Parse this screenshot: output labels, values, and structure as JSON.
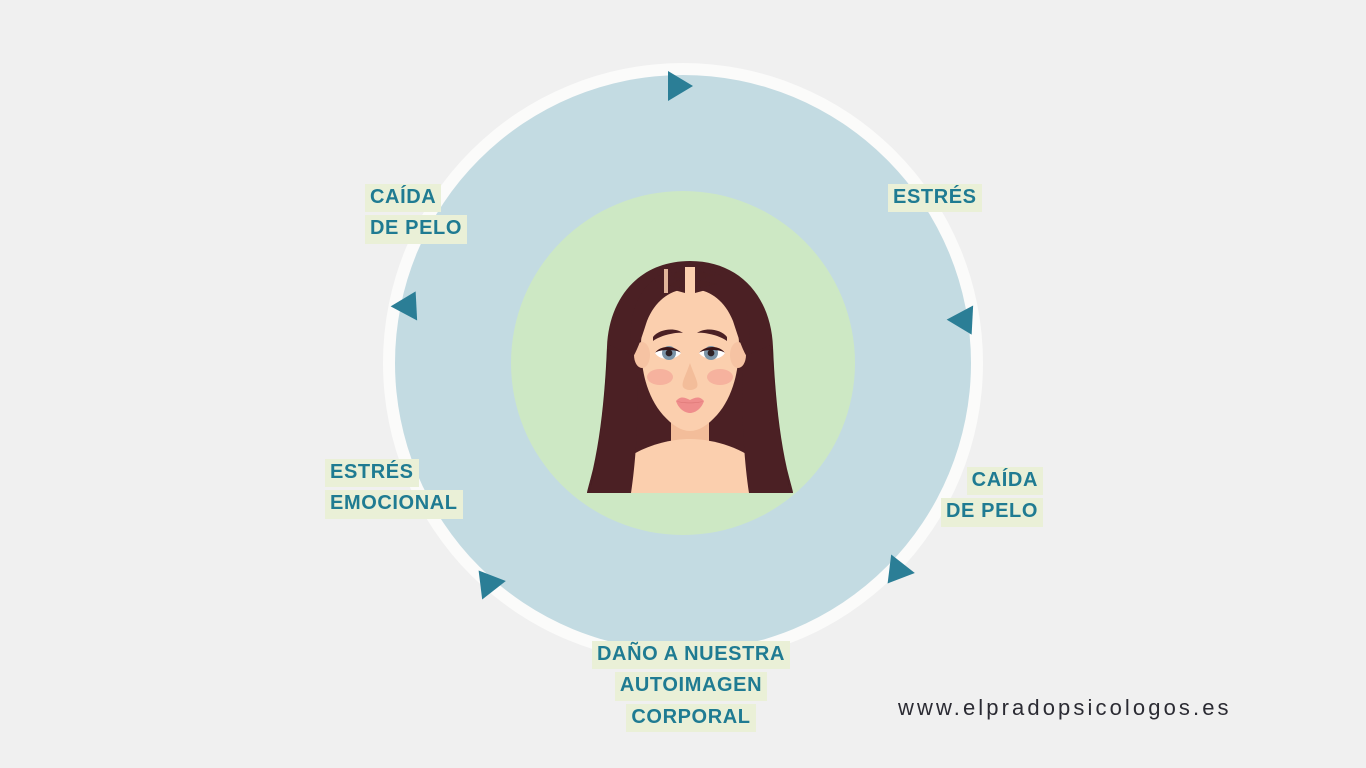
{
  "page": {
    "background_color": "#f0f0f0",
    "title_alt": "Ciclo de estrés y caída de pelo"
  },
  "diagram": {
    "type": "cycle",
    "outer_ring_color": "#c3dbe2",
    "inner_circle_color": "#cde8c4",
    "ring_border_color": "#fbfbfa",
    "arrow_color": "#2b7e96",
    "label_text_color": "#1f7b92",
    "label_highlight_color": "#eaf0d7",
    "direction": "clockwise",
    "labels": [
      {
        "id": "estres-top",
        "lines": [
          "ESTRÉS"
        ]
      },
      {
        "id": "caida-de-pelo-right",
        "lines": [
          "CAÍDA",
          "DE PELO"
        ]
      },
      {
        "id": "dano-autoimagen",
        "lines": [
          "DAÑO A NUESTRA",
          "AUTOIMAGEN",
          "CORPORAL"
        ]
      },
      {
        "id": "estres-emocional",
        "lines": [
          "ESTRÉS",
          "EMOCIONAL"
        ]
      },
      {
        "id": "caida-de-pelo-top",
        "lines": [
          "CAÍDA",
          "DE PELO"
        ]
      }
    ],
    "arrows": [
      {
        "id": "arrow-top",
        "angle_deg": 0
      },
      {
        "id": "arrow-right-upper",
        "angle_deg": 62
      },
      {
        "id": "arrow-right-lower",
        "angle_deg": 128
      },
      {
        "id": "arrow-left-lower",
        "angle_deg": 232
      },
      {
        "id": "arrow-left-upper",
        "angle_deg": 298
      }
    ]
  },
  "illustration": {
    "name": "woman-thinning-hair-portrait",
    "hair_color": "#4b2024",
    "hair_shadow_color": "#3a1619",
    "skin_color": "#fbcfae",
    "skin_shadow_color": "#f3bd9a",
    "blush_color": "#f4a898",
    "lip_color": "#ef8d8c",
    "brow_color": "#4b2024",
    "eye_iris_color": "#7b95a8",
    "eye_pupil_color": "#2e2225",
    "eye_white_color": "#ffffff"
  },
  "footer": {
    "url": "www.elpradopsicologos.es"
  }
}
